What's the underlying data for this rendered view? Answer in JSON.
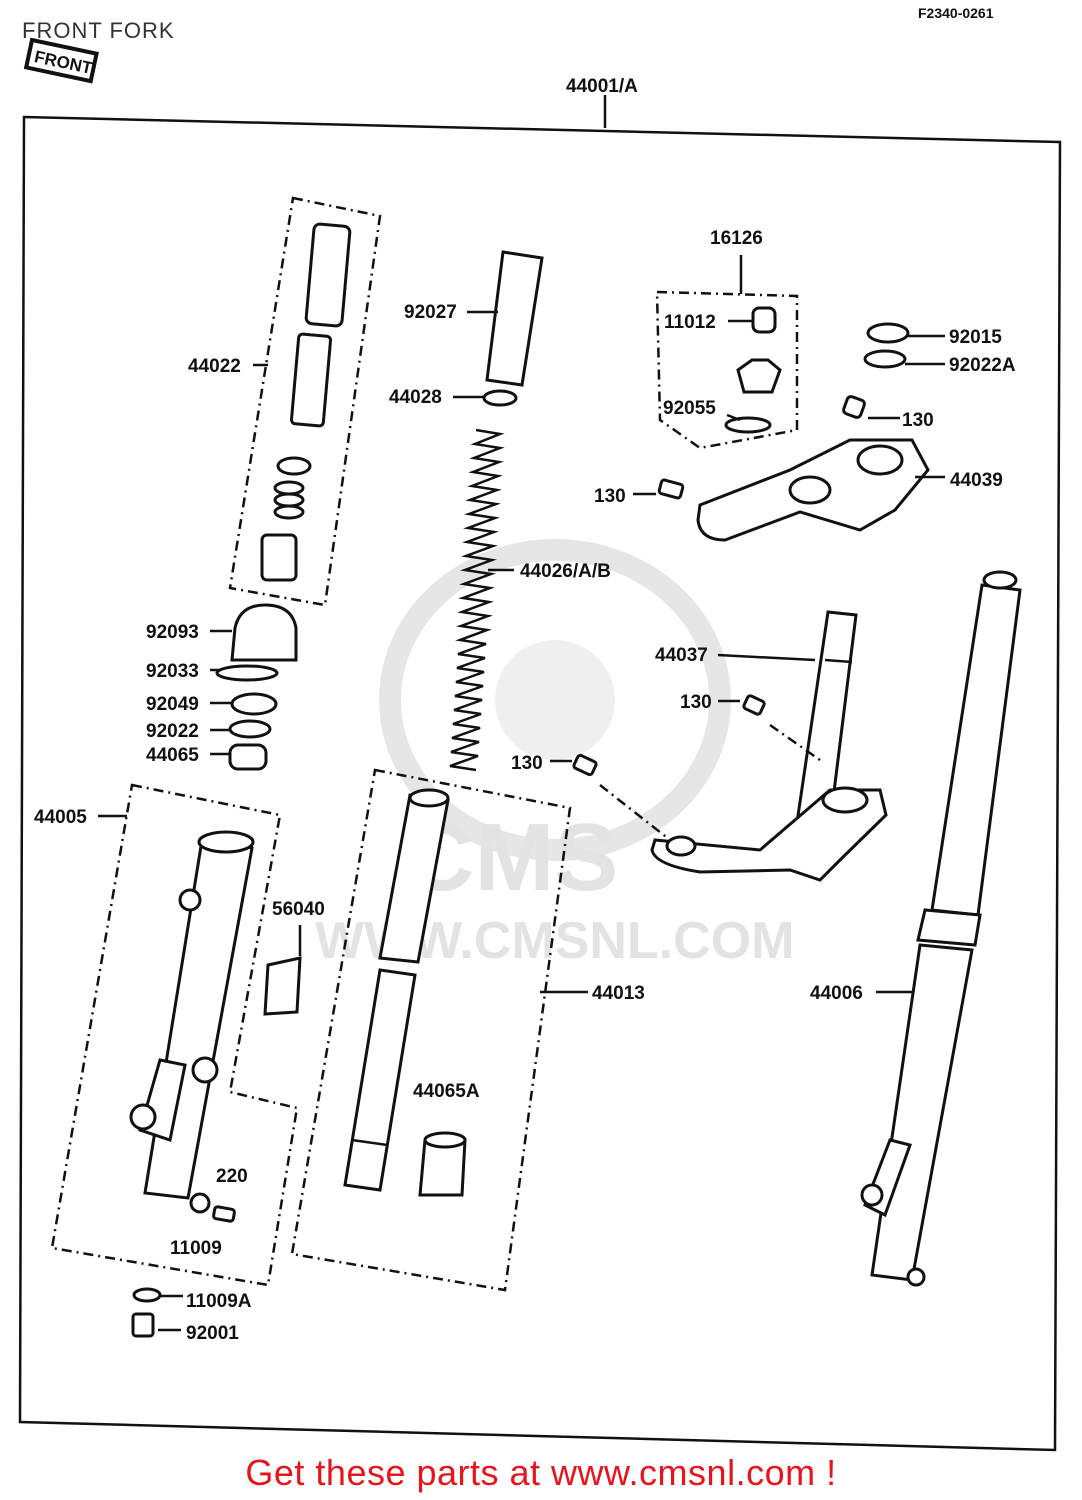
{
  "header": {
    "title": "FRONT FORK",
    "diagram_code": "F2340-0261",
    "direction_stamp": "FRONT"
  },
  "watermark": {
    "text": "WWW.CMSNL.COM",
    "logo_text": "CMS"
  },
  "parts": {
    "p44001": "44001/A",
    "p16126": "16126",
    "p92027": "92027",
    "p44022": "44022",
    "p11012": "11012",
    "p92015": "92015",
    "p92022A": "92022A",
    "p44028": "44028",
    "p92055": "92055",
    "p130_a": "130",
    "p44039": "44039",
    "p130_b": "130",
    "p44026": "44026/A/B",
    "p92093": "92093",
    "p92033": "92033",
    "p44037": "44037",
    "p92049": "92049",
    "p130_c": "130",
    "p92022": "92022",
    "p44065": "44065",
    "p130_d": "130",
    "p44005": "44005",
    "p56040": "56040",
    "p44013": "44013",
    "p44006": "44006",
    "p44065A": "44065A",
    "p220": "220",
    "p11009": "11009",
    "p11009A": "11009A",
    "p92001": "92001"
  },
  "footer": {
    "cta_text": "Get these parts at www.cmsnl.com !"
  }
}
